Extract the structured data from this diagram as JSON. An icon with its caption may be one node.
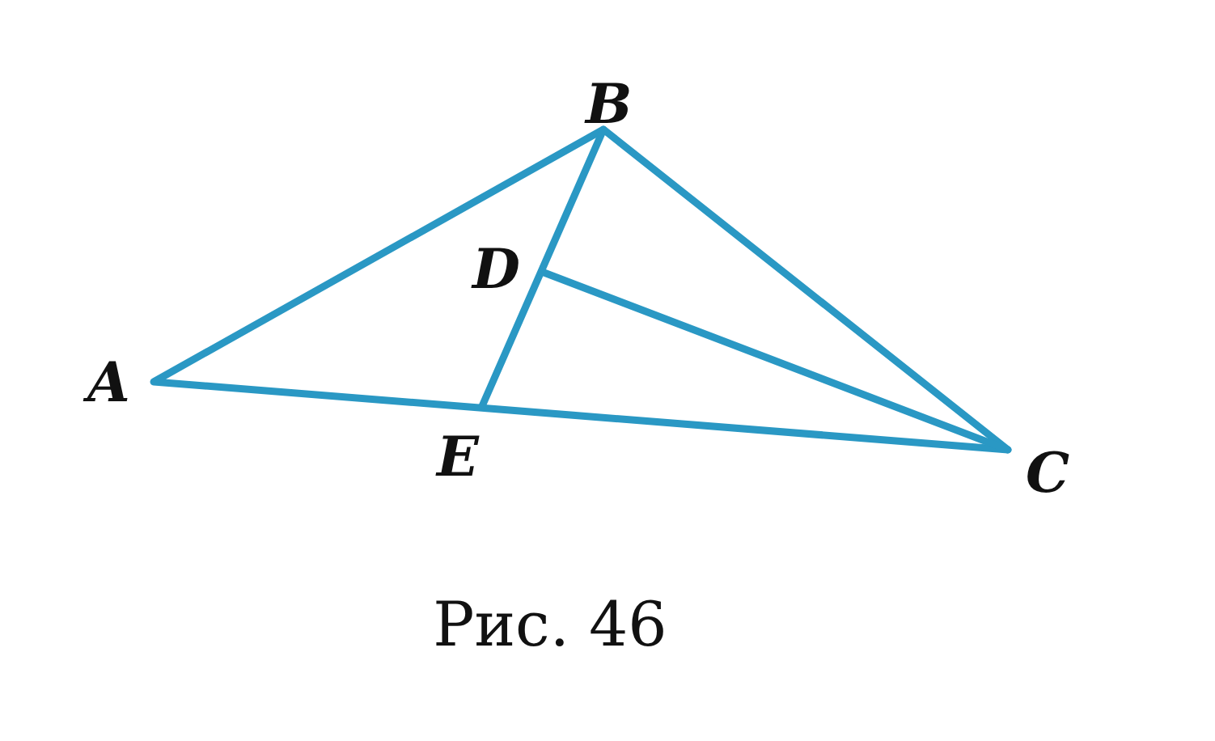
{
  "diagram": {
    "caption": "Рис. 46",
    "labels": [
      "B",
      "D",
      "A",
      "E",
      "C"
    ]
  }
}
